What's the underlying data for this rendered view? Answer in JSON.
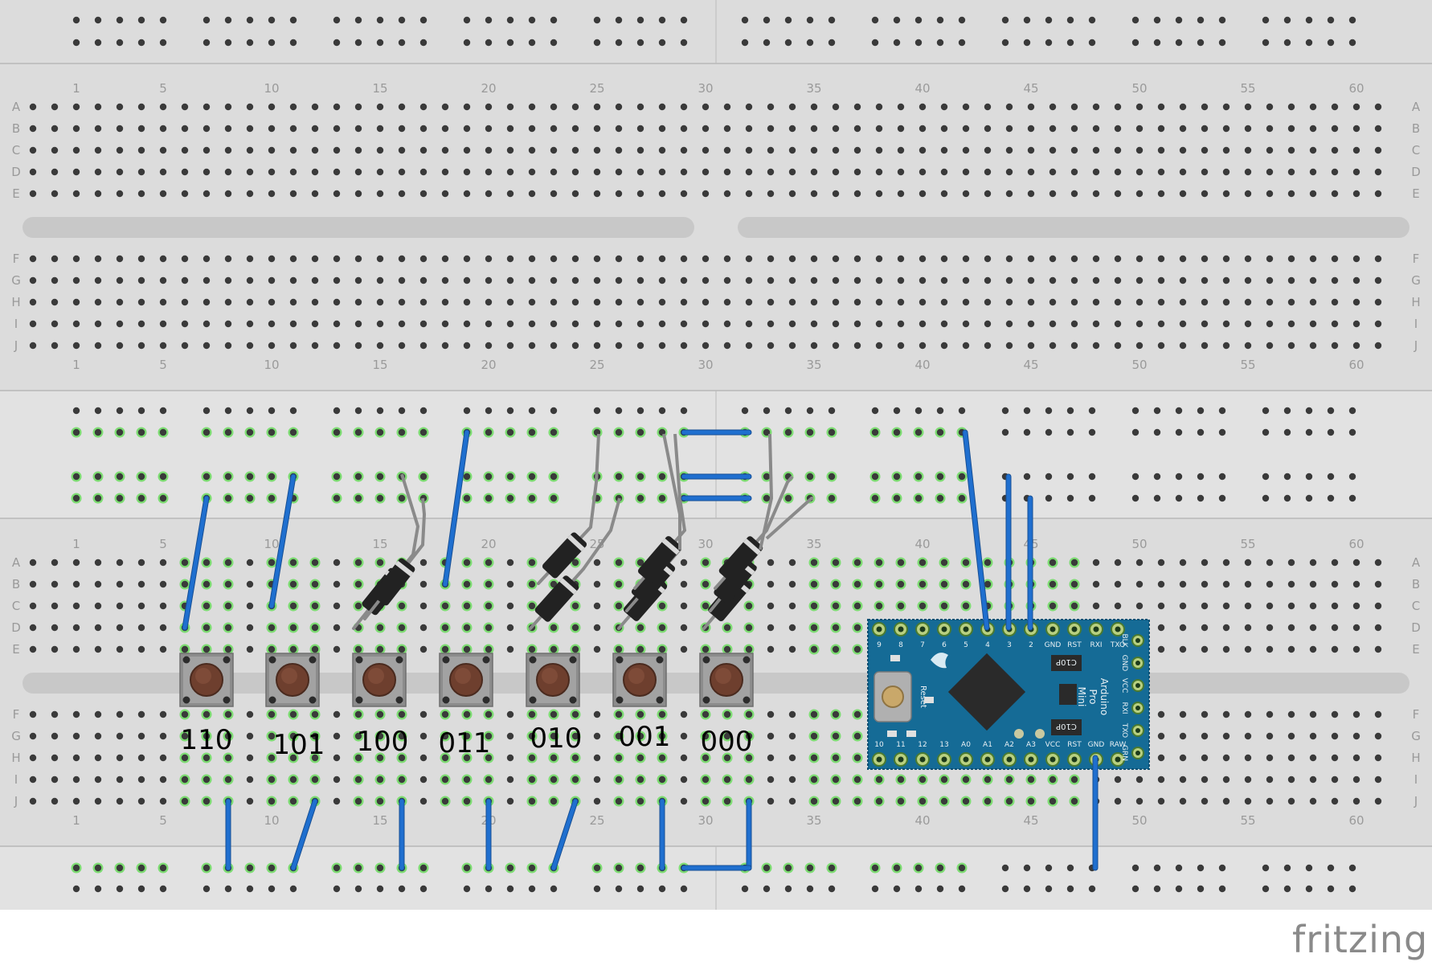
{
  "breadboards": [
    {
      "id": "top"
    },
    {
      "id": "bottom"
    }
  ],
  "column_numbers": [
    "1",
    "5",
    "10",
    "15",
    "20",
    "25",
    "30",
    "35",
    "40",
    "45",
    "50",
    "55",
    "60"
  ],
  "row_letters_top": [
    "A",
    "B",
    "C",
    "D",
    "E"
  ],
  "row_letters_bottom": [
    "F",
    "G",
    "H",
    "I",
    "J"
  ],
  "buttons": [
    {
      "code": "110"
    },
    {
      "code": "101"
    },
    {
      "code": "100"
    },
    {
      "code": "011"
    },
    {
      "code": "010"
    },
    {
      "code": "001"
    },
    {
      "code": "000"
    }
  ],
  "arduino": {
    "name_lines": [
      "Arduino",
      "Pro",
      "Mini"
    ],
    "top_pins": [
      "9",
      "8",
      "7",
      "6",
      "5",
      "4",
      "3",
      "2",
      "GND",
      "RST",
      "RXI",
      "TXO"
    ],
    "bottom_pins": [
      "10",
      "11",
      "12",
      "13",
      "A0",
      "A1",
      "A2",
      "A3",
      "VCC",
      "RST",
      "GND",
      "RAW"
    ],
    "right_pins": [
      "BLK",
      "GND",
      "VCC",
      "RXI",
      "TXO",
      "GRN"
    ],
    "reset_label": "Reset",
    "cap_label": "C10P"
  },
  "colors": {
    "board": "#dcdcdc",
    "hole": "#3a3a3a",
    "connected": "#7ddc72",
    "wire": "#1f6fcf",
    "lead": "#8a8a8a",
    "pcb": "#156b96",
    "chip": "#2a2a2a"
  },
  "watermark": "fritzing"
}
